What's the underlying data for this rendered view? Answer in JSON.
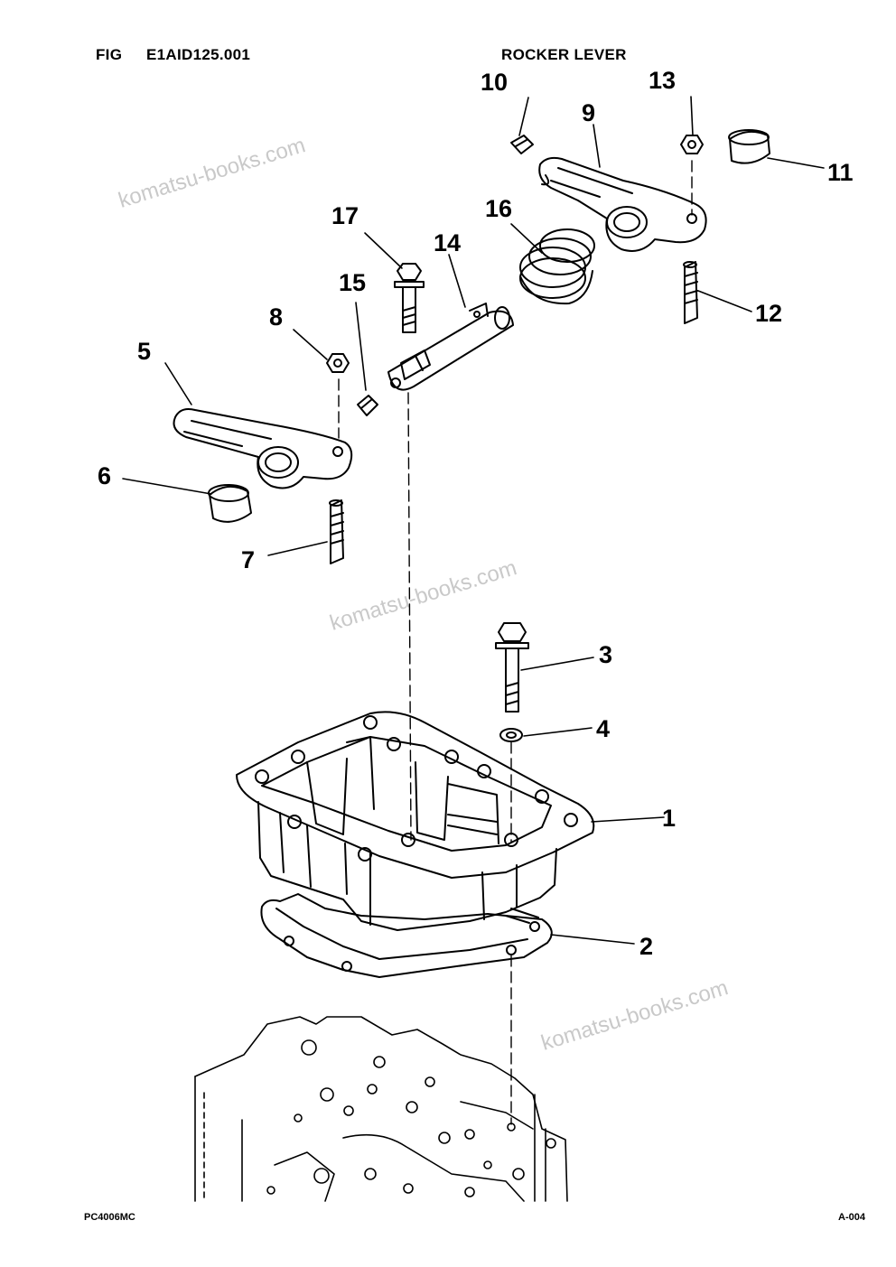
{
  "header": {
    "fig_label": "FIG",
    "fig_code": "E1AID125.001",
    "title": "ROCKER LEVER"
  },
  "footer": {
    "model": "PC4006MC",
    "page": "A-004"
  },
  "watermark": "komatsu-books.com",
  "callouts": {
    "c1": "1",
    "c2": "2",
    "c3": "3",
    "c4": "4",
    "c5": "5",
    "c6": "6",
    "c7": "7",
    "c8": "8",
    "c9": "9",
    "c10": "10",
    "c11": "11",
    "c12": "12",
    "c13": "13",
    "c14": "14",
    "c15": "15",
    "c16": "16",
    "c17": "17"
  }
}
